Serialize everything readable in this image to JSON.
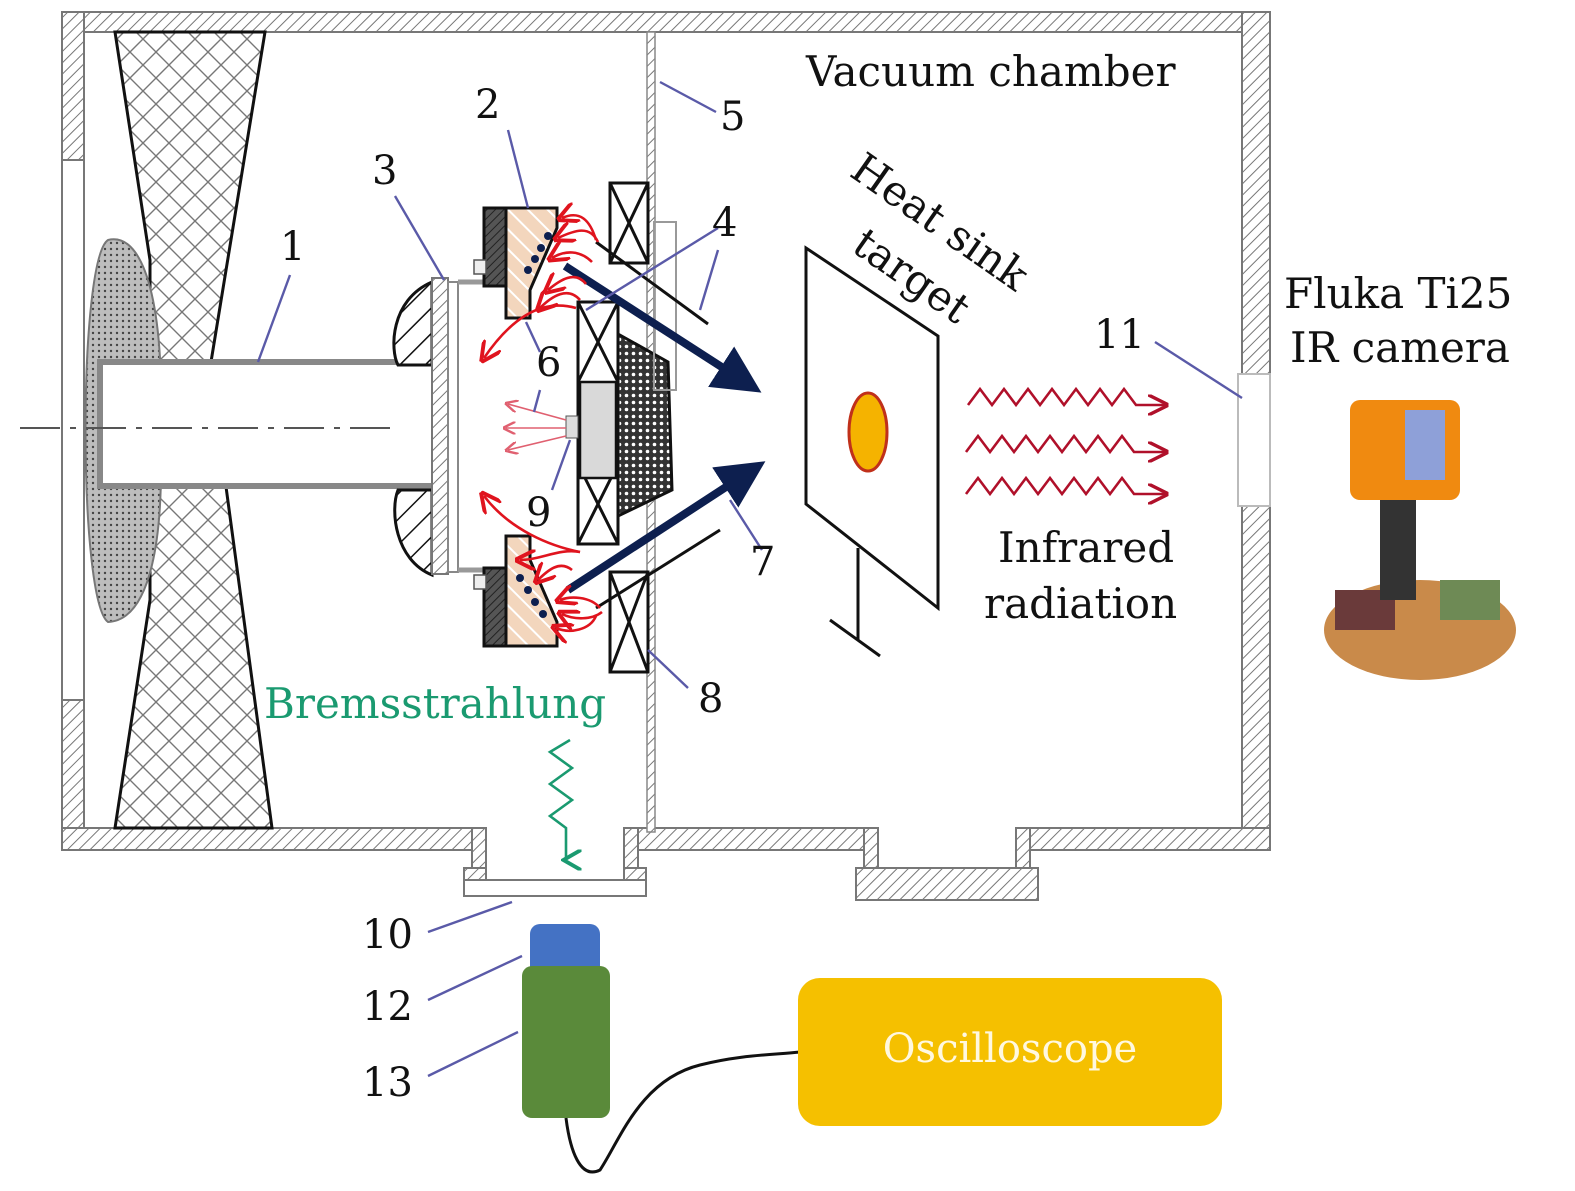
{
  "diagram": {
    "title": "Vacuum chamber",
    "components": [
      {
        "id": "1",
        "label": "1"
      },
      {
        "id": "2",
        "label": "2"
      },
      {
        "id": "3",
        "label": "3"
      },
      {
        "id": "4",
        "label": "4"
      },
      {
        "id": "5",
        "label": "5"
      },
      {
        "id": "6",
        "label": "6"
      },
      {
        "id": "7",
        "label": "7"
      },
      {
        "id": "8",
        "label": "8"
      },
      {
        "id": "9",
        "label": "9"
      },
      {
        "id": "10",
        "label": "10"
      },
      {
        "id": "11",
        "label": "11"
      },
      {
        "id": "12",
        "label": "12"
      },
      {
        "id": "13",
        "label": "13"
      }
    ],
    "texts": {
      "vacuum_chamber": "Vacuum chamber",
      "heat_sink_line1": "Heat sink",
      "heat_sink_line2": "target",
      "camera_line1": "Fluka Ti25",
      "camera_line2": "IR camera",
      "infrared_line1": "Infrared",
      "infrared_line2": "radiation",
      "bremsstrahlung": "Bremsstrahlung",
      "oscilloscope": "Oscilloscope"
    },
    "colors": {
      "wall": "#8a8a8a",
      "leader_line": "#5a5aa8",
      "beam_arrow": "#0d1f4f",
      "electron_arrow": "#e0141e",
      "ir_wave": "#b0102a",
      "bremsstrahlung": "#1a9a70",
      "hot_spot": "#f5b300",
      "detector_head": "#4472c4",
      "detector_body": "#5a8a3a",
      "oscilloscope": "#f5c000",
      "oscilloscope_text": "#fff8e0"
    }
  }
}
